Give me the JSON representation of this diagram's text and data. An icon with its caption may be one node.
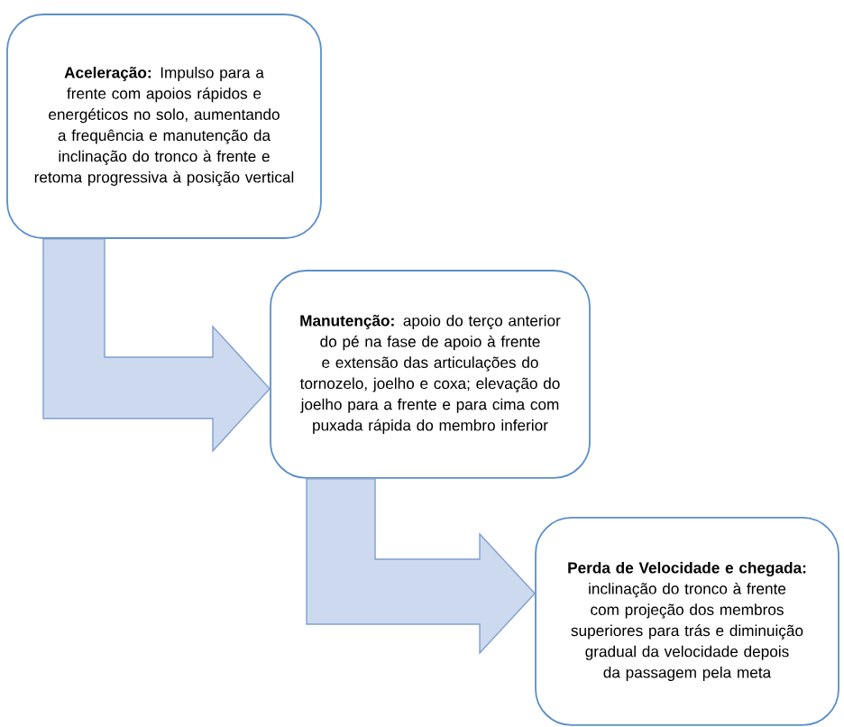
{
  "diagram": {
    "nodes": [
      {
        "text": [
          "**Aceleração:** Impulso para a frente com apoios rápidos e energéticos no solo, aumentando a frequência e manutenção da inclinação do tronco à frente e retoma progressiva à posição vertical"
        ]
      },
      {
        "text": [
          "**Manutenção:** apoio do terço anterior do pé na fase de apoio à frente e extensão das articulações do tornozelo, joelho e coxa; elevação do joelho para a frente e para cima com puxada rápida do membro inferior"
        ]
      },
      {
        "text": [
          "**Perda de Velocidade e chegada:** inclinação do tronco à frente com projeção dos membros superiores para trás e diminuição gradual da velocidade depois da passagem pela meta"
        ]
      }
    ],
    "edges": [
      {
        "from": 0,
        "to": 1,
        "arrow": "to"
      },
      {
        "from": 1,
        "to": 2,
        "arrow": "to"
      }
    ]
  }
}
